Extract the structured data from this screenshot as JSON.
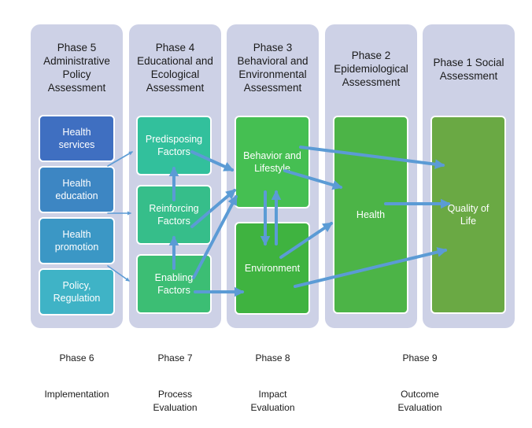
{
  "phases": [
    {
      "id": "p5",
      "title": "Phase 5\nAdministrative\nPolicy\nAssessment"
    },
    {
      "id": "p4",
      "title": "Phase 4\nEducational and\nEcological\nAssessment"
    },
    {
      "id": "p3",
      "title": "Phase 3\nBehavioral and\nEnvironmental\nAssessment"
    },
    {
      "id": "p2",
      "title": "Phase 2\nEpidemiological\nAssessment"
    },
    {
      "id": "p1",
      "title": "Phase 1 Social\nAssessment"
    }
  ],
  "boxes": {
    "health_services": "Health\nservices",
    "health_education": "Health\neducation",
    "health_promotion": "Health\npromotion",
    "policy_regulation": "Policy,\nRegulation",
    "predisposing": "Predisposing\nFactors",
    "reinforcing": "Reinforcing\nFactors",
    "enabling": "Enabling\nFactors",
    "behavior": "Behavior and\nLifestyle",
    "environment": "Environment",
    "health": "Health",
    "quality_of_life": "Quality of\nLife"
  },
  "bottom": [
    {
      "phase": "Phase 6",
      "label": "Implementation"
    },
    {
      "phase": "Phase 7",
      "label": "Process\nEvaluation"
    },
    {
      "phase": "Phase 8",
      "label": "Impact\nEvaluation"
    },
    {
      "phase": "Phase 9",
      "label": "Outcome\nEvaluation"
    }
  ],
  "colors": {
    "column_bg": "#cdd1e6",
    "arrow": "#5b9bd5",
    "health_services": "#3f6fc1",
    "health_education": "#3d86c3",
    "health_promotion": "#3b97c5",
    "policy_regulation": "#3fb3c6",
    "predisposing": "#32c09c",
    "reinforcing": "#36be8a",
    "enabling": "#3cbe74",
    "behavior": "#45bf52",
    "environment": "#3fb340",
    "health": "#4cb447",
    "quality_of_life": "#6aa944"
  }
}
